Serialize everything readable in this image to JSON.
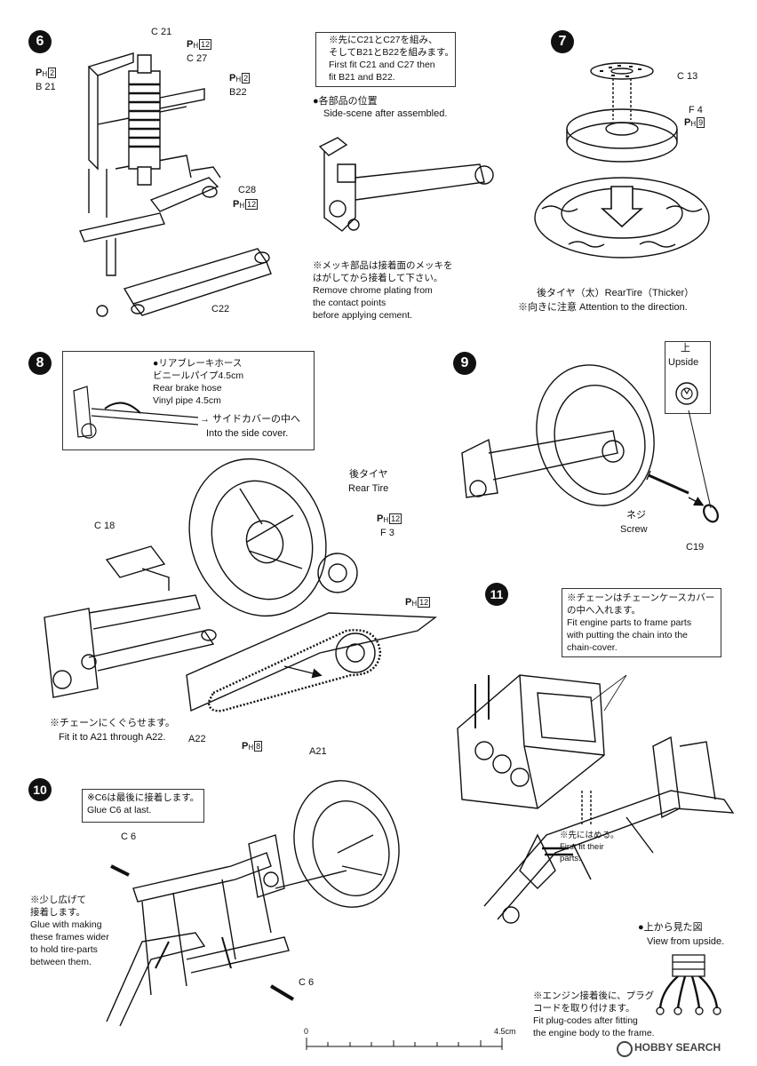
{
  "steps": {
    "s6": {
      "number": "6",
      "labels": {
        "c21": "C 21",
        "c27": "C 27",
        "b21": "B 21",
        "b22": "B22",
        "c28": "C28",
        "c22": "C22"
      },
      "ph_b21": "2",
      "ph_c27": "12",
      "ph_b22": "2",
      "ph_c28": "12",
      "note_order": "※先にC21とC27を組み、\nそしてB21とB22を組みます。\nFirst fit C21 and C27 then\nfit B21 and B22.",
      "position_jp": "●各部品の位置",
      "position_en": "Side-scene after assembled.",
      "chrome_note": "※メッキ部品は接着面のメッキを\nはがしてから接着して下さい。\nRemove chrome plating from\nthe contact points\nbefore applying cement."
    },
    "s7": {
      "number": "7",
      "labels": {
        "c13": "C 13",
        "f4": "F 4"
      },
      "ph_f4": "9",
      "tire_label": "後タイヤ（太）RearTire（Thicker）",
      "direction_note": "※向きに注意 Attention to the direction."
    },
    "s8": {
      "number": "8",
      "hose_note": "●リアブレーキホース\nビニールパイプ4.5cm\nRear brake hose\nVinyl pipe 4.5cm",
      "side_cover_jp": "→ サイドカバーの中へ",
      "side_cover_en": "Into the side cover.",
      "labels": {
        "c18": "C 18",
        "rear_tire_jp": "後タイヤ",
        "rear_tire_en": "Rear Tire",
        "f3": "F 3",
        "a22": "A22",
        "a21": "A21"
      },
      "ph_f3": "12",
      "ph_a21": "12",
      "ph_a22": "8",
      "chain_note_jp": "※チェーンにくぐらせます。",
      "chain_note_en": "Fit it to A21 through A22."
    },
    "s9": {
      "number": "9",
      "up_jp": "上",
      "up_en": "Upside",
      "labels": {
        "screw_jp": "ネジ",
        "screw_en": "Screw",
        "c19": "C19"
      }
    },
    "s10": {
      "number": "10",
      "glue_note": "※C6は最後に接着します。\nGlue C6 at last.",
      "labels": {
        "c6_top": "C 6",
        "c6_bottom": "C 6"
      },
      "widen_note": "※少し広げて\n接着します。\nGlue with making\nthese frames wider\nto hold tire-parts\nbetween them."
    },
    "s11": {
      "number": "11",
      "chain_cover_note": "※チェーンはチェーンケースカバー\nの中へ入れます。\nFit engine parts to frame parts\nwith putting the chain into the\nchain-cover.",
      "first_fit_note": "※先にはめる。\nFirst fit their\nparts.",
      "view_jp": "●上から見た図",
      "view_en": "View from upside.",
      "plug_note": "※エンジン接着後に、プラグ\nコードを取り付けます。\nFit plug-codes after fitting\nthe engine body to the frame."
    }
  },
  "scale": {
    "zero": "0",
    "max": "4.5cm"
  },
  "watermark": "HOBBY SEARCH",
  "ph": {
    "p": "P",
    "h": "H"
  }
}
